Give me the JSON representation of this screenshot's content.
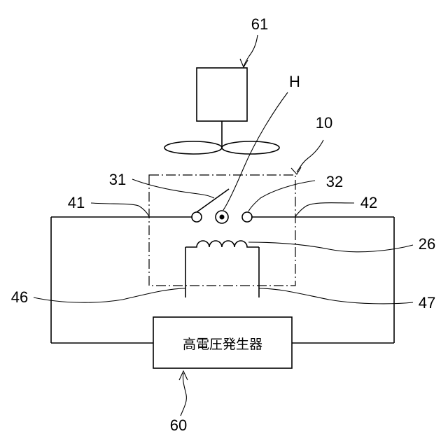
{
  "figure": {
    "box_label": "高電圧発生器",
    "labels": {
      "fan_unit": "61",
      "ion_source": "H",
      "unit": "10",
      "electrode_left": "31",
      "electrode_right": "32",
      "terminal_left": "41",
      "terminal_right": "42",
      "coil": "26",
      "lead_left": "46",
      "lead_right": "47",
      "generator": "60"
    }
  }
}
